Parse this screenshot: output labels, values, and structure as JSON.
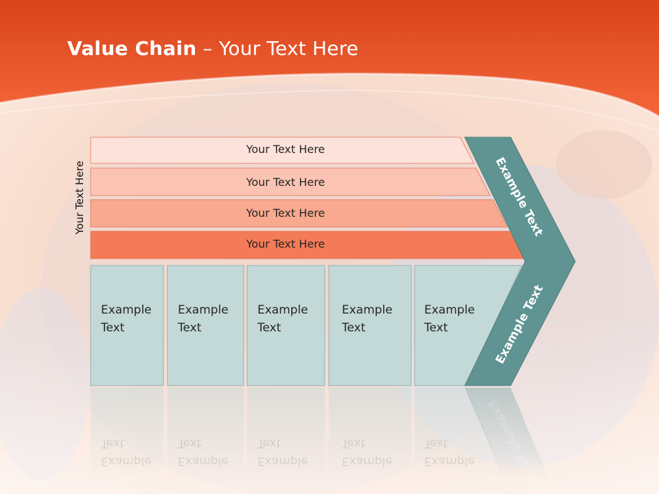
{
  "slide": {
    "title_bold": "Value Chain",
    "title_rest": " – Your Text Here",
    "vertical_label": "Your Text Here"
  },
  "support_bars": [
    {
      "label": "Your Text Here",
      "color": "#fde2db"
    },
    {
      "label": "Your Text Here",
      "color": "#fbc4b2"
    },
    {
      "label": "Your Text Here",
      "color": "#f8a990"
    },
    {
      "label": "Your Text Here",
      "color": "#f47b58"
    }
  ],
  "primary_columns": [
    {
      "line1": "Example",
      "line2": "Text"
    },
    {
      "line1": "Example",
      "line2": "Text"
    },
    {
      "line1": "Example",
      "line2": "Text"
    },
    {
      "line1": "Example",
      "line2": "Text"
    },
    {
      "line1": "Example",
      "line2": "Text"
    }
  ],
  "margin_arrow": {
    "upper_label": "Example Text",
    "lower_label": "Example Text"
  },
  "colors": {
    "header": "#f05a28",
    "arrow": "#5f9492",
    "column_fill": "#c3d9d8"
  }
}
